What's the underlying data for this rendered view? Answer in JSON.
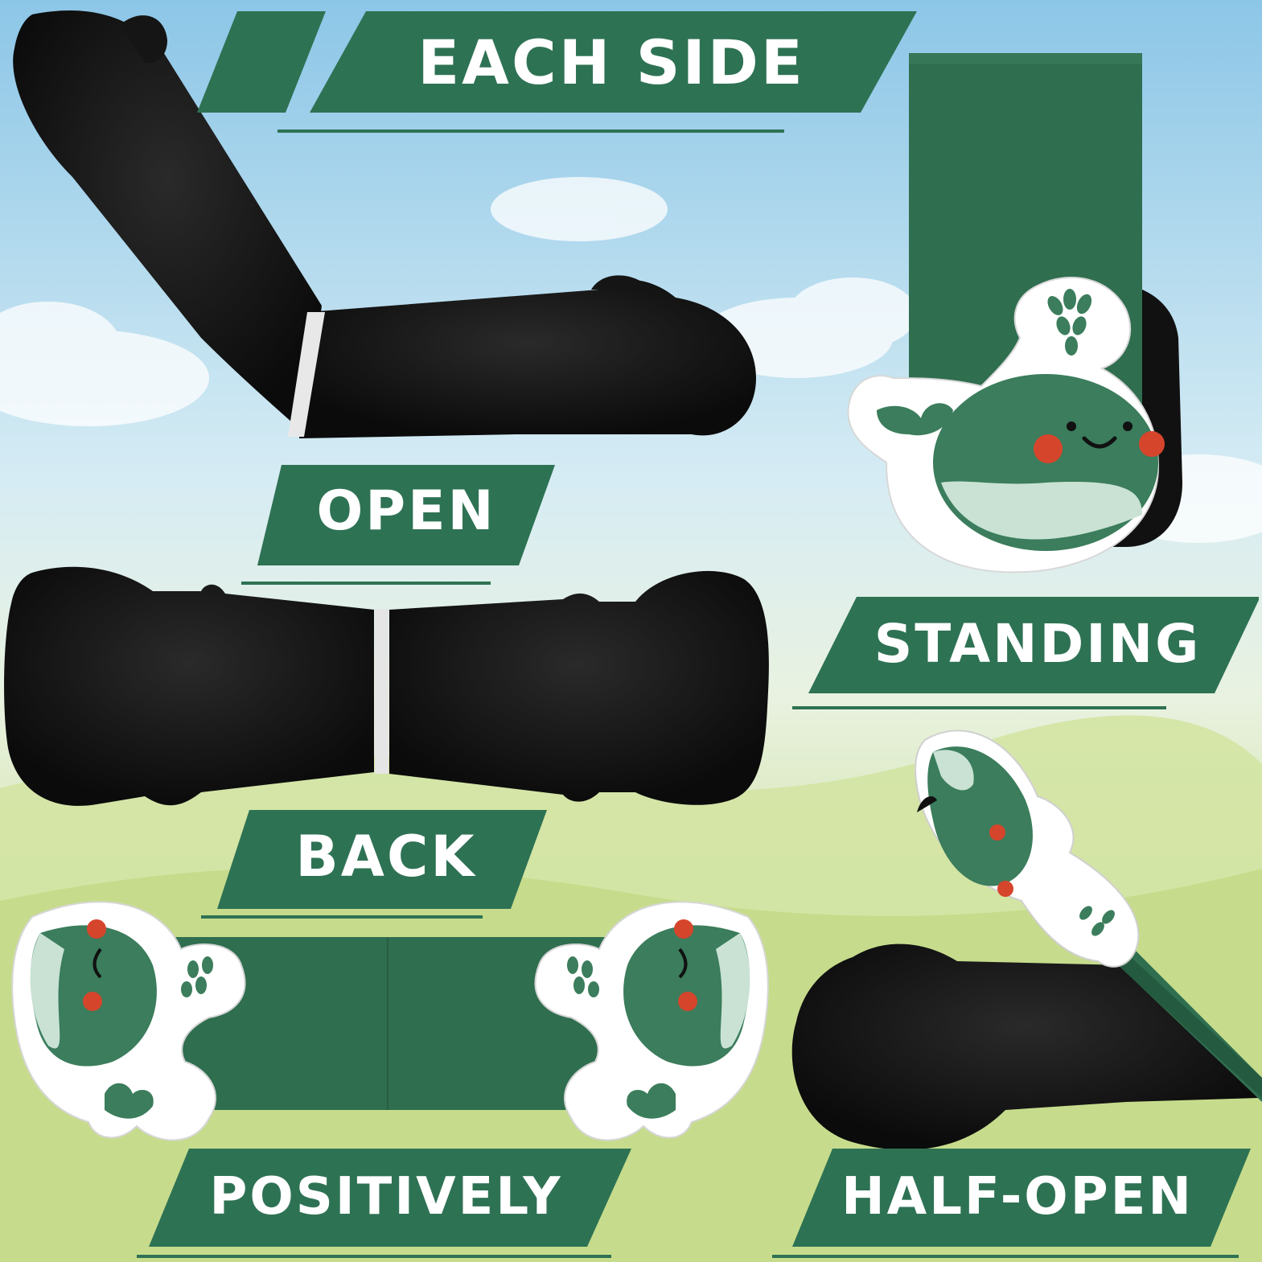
{
  "colors": {
    "banner_green": "#2e7254",
    "magnet_black": "#111111",
    "cover_green": "#2f6e4f",
    "whale_green": "#3b7d5c",
    "whale_belly": "#c9e2d4",
    "cheek": "#d5452c",
    "sky_top": "#8dc7e8",
    "grass": "#c8dc8c"
  },
  "labels": {
    "each_side": "EACH SIDE",
    "open": "OPEN",
    "back": "BACK",
    "standing": "STANDING",
    "positively": "POSITIVELY",
    "half_open": "HALF-OPEN"
  }
}
